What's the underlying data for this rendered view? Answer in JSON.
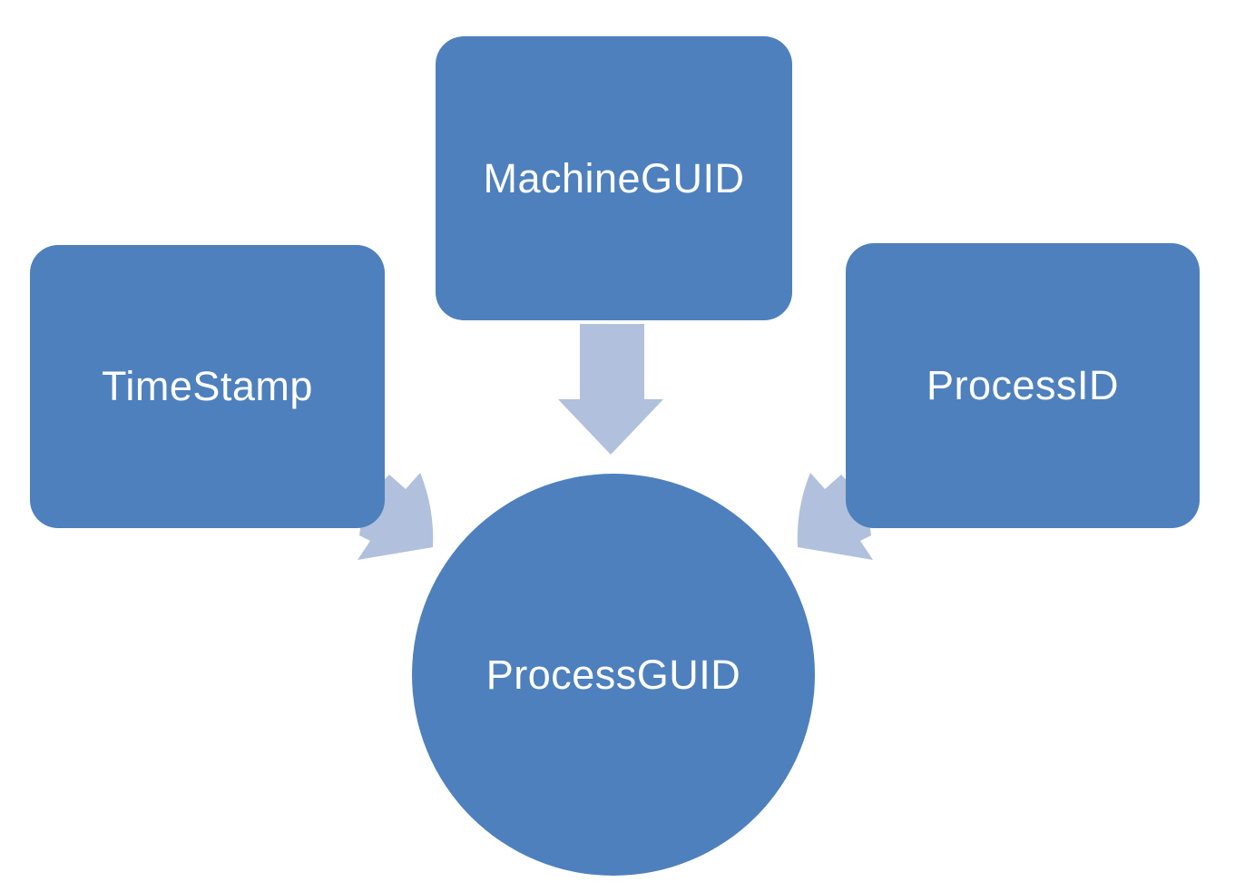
{
  "diagram": {
    "type": "converging-radial",
    "colors": {
      "node_fill": "#4e80bd",
      "arrow_fill": "#b1c0dc",
      "text_color": "#ffffff",
      "background": "#ffffff"
    },
    "inputs": [
      {
        "id": "timestamp",
        "label": "TimeStamp",
        "shape": "rounded-rectangle"
      },
      {
        "id": "machineguid",
        "label": "MachineGUID",
        "shape": "rounded-rectangle"
      },
      {
        "id": "processid",
        "label": "ProcessID",
        "shape": "rounded-rectangle"
      }
    ],
    "output": {
      "id": "processguid",
      "label": "ProcessGUID",
      "shape": "circle"
    },
    "connections": [
      {
        "from": "timestamp",
        "to": "processguid",
        "direction": "down-right"
      },
      {
        "from": "machineguid",
        "to": "processguid",
        "direction": "down"
      },
      {
        "from": "processid",
        "to": "processguid",
        "direction": "down-left"
      }
    ]
  }
}
